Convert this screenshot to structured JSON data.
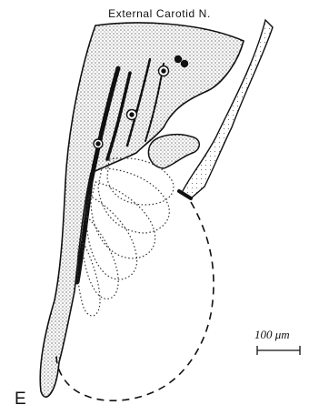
{
  "figure": {
    "title": "External Carotid N.",
    "scale_bar_label": "100 μm",
    "panel_letter": "E"
  },
  "colors": {
    "ink": "#111111",
    "background": "#ffffff"
  }
}
